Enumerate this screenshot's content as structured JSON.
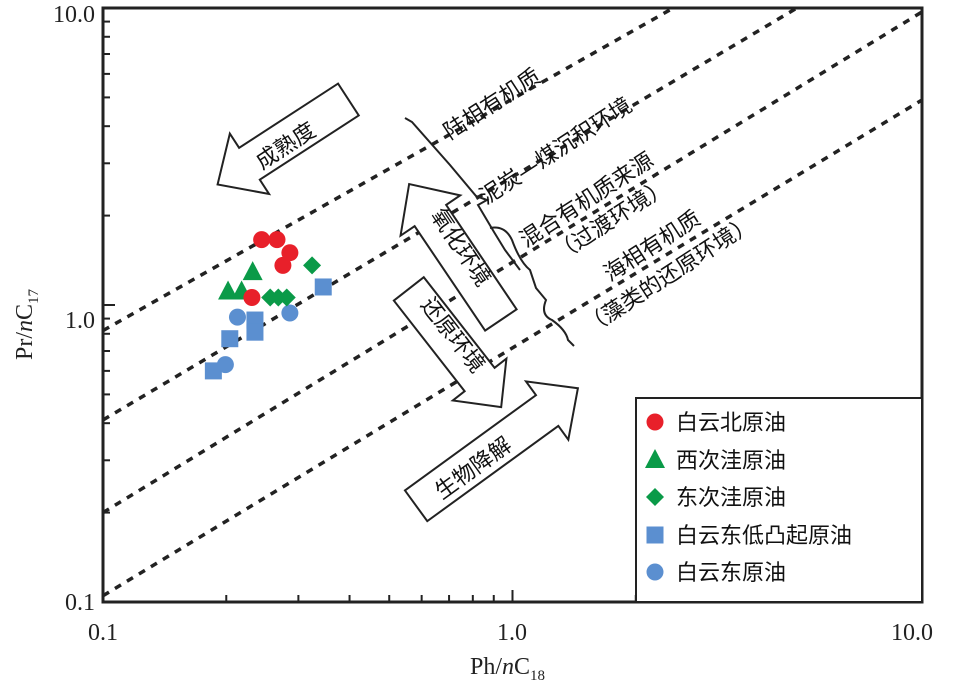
{
  "chart_data": {
    "type": "scatter",
    "title": "",
    "xlabel": {
      "main": "Ph/",
      "italic": "n",
      "chem": "C",
      "sub": "18"
    },
    "ylabel": {
      "main": "Pr/",
      "italic": "n",
      "chem": "C",
      "sub": "17"
    },
    "xscale": "log",
    "yscale": "log",
    "xlim": [
      0.1,
      10.0
    ],
    "ylim": [
      0.1,
      10.0
    ],
    "xticks": [
      {
        "value": 0.1,
        "label": "0.1"
      },
      {
        "value": 1.0,
        "label": "1.0"
      },
      {
        "value": 10.0,
        "label": "10.0"
      }
    ],
    "yticks": [
      {
        "value": 0.1,
        "label": "0.1"
      },
      {
        "value": 1.0,
        "label": "1.0"
      },
      {
        "value": 10.0,
        "label": "10.0"
      }
    ],
    "legend_position": "bottom-right",
    "series": [
      {
        "name": "白云北原油",
        "marker": "circle",
        "color": "#e8202a",
        "points": [
          [
            0.244,
            1.66
          ],
          [
            0.266,
            1.66
          ],
          [
            0.286,
            1.5
          ],
          [
            0.275,
            1.36
          ],
          [
            0.231,
            1.06
          ]
        ]
      },
      {
        "name": "西次洼原油",
        "marker": "triangle",
        "color": "#0a9a48",
        "points": [
          [
            0.232,
            1.29
          ],
          [
            0.202,
            1.11
          ],
          [
            0.218,
            1.11
          ]
        ]
      },
      {
        "name": "东次洼原油",
        "marker": "diamond",
        "color": "#0a9a48",
        "points": [
          [
            0.324,
            1.36
          ],
          [
            0.256,
            1.06
          ],
          [
            0.268,
            1.06
          ],
          [
            0.281,
            1.06
          ]
        ]
      },
      {
        "name": "白云东低凸起原油",
        "marker": "square",
        "color": "#5b8fd0",
        "points": [
          [
            0.345,
            1.15
          ],
          [
            0.235,
            0.89
          ],
          [
            0.235,
            0.81
          ],
          [
            0.204,
            0.77
          ],
          [
            0.186,
            0.6
          ]
        ]
      },
      {
        "name": "白云东原油",
        "marker": "circle",
        "color": "#5b8fd0",
        "points": [
          [
            0.213,
            0.91
          ],
          [
            0.286,
            0.94
          ],
          [
            0.199,
            0.63
          ]
        ]
      }
    ],
    "boundary_lines": [
      {
        "from": [
          0.1,
          0.82
        ],
        "to": [
          2.47,
          10.0
        ]
      },
      {
        "from": [
          0.1,
          0.41
        ],
        "to": [
          4.95,
          10.0
        ]
      },
      {
        "from": [
          0.1,
          0.2
        ],
        "to": [
          10.0,
          9.7
        ]
      },
      {
        "from": [
          0.1,
          0.105
        ],
        "to": [
          10.0,
          4.9
        ]
      }
    ],
    "annotations": {
      "regions": [
        "陆相有机质",
        "泥炭—煤沉积环境",
        "混合有机质来源",
        "（过渡环境）",
        "海相有机质",
        "（藻类的还原环境）"
      ],
      "arrows": [
        "成熟度",
        "氧化环境",
        "还原环境",
        "生物降解"
      ]
    }
  }
}
